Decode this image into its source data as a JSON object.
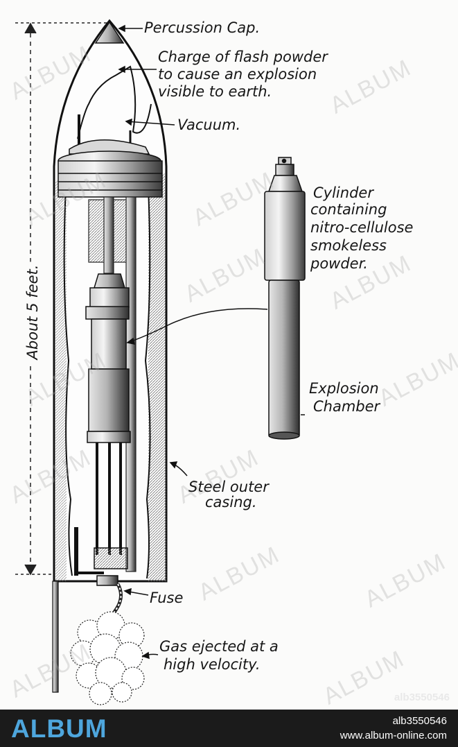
{
  "labels": {
    "percussion_cap": "Percussion Cap.",
    "charge_line1": "Charge of flash powder",
    "charge_line2": "to cause an explosion",
    "charge_line3": "visible to earth.",
    "vacuum": "Vacuum.",
    "cylinder_line1": "Cylinder",
    "cylinder_line2": "containing",
    "cylinder_line3": "nitro-cellulose",
    "cylinder_line4": "smokeless",
    "cylinder_line5": "powder.",
    "explosion_line1": "Explosion",
    "explosion_line2": "Chamber",
    "steel_line1": "Steel outer",
    "steel_line2": "casing.",
    "fuse": "Fuse",
    "gas_line1": "Gas ejected at a",
    "gas_line2": "high velocity.",
    "height": "About 5 feet."
  },
  "watermark": {
    "text": "ALBUM",
    "image_id": "alb3550546"
  },
  "footer": {
    "logo": "ALBUM",
    "image_id": "alb3550546",
    "url": "www.album-online.com"
  }
}
